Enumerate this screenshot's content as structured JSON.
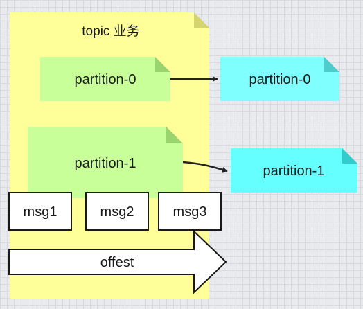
{
  "topic": {
    "title": "topic 业务"
  },
  "partitions": [
    {
      "label": "partition-0"
    },
    {
      "label": "partition-1"
    }
  ],
  "replicas": [
    {
      "label": "partition-0"
    },
    {
      "label": "partition-1"
    }
  ],
  "messages": [
    {
      "label": "msg1"
    },
    {
      "label": "msg2"
    },
    {
      "label": "msg3"
    }
  ],
  "offset_arrow": {
    "label": "offest"
  },
  "colors": {
    "topic_fill": "#ffff99",
    "topic_fold": "#d4d46e",
    "partition_fill": "#c8ff99",
    "partition_fold": "#99d46e",
    "replica0_fill": "#80ffff",
    "replica0_fold": "#4dcccc",
    "replica1_fill": "#66ffff",
    "replica1_fold": "#33cccc"
  }
}
